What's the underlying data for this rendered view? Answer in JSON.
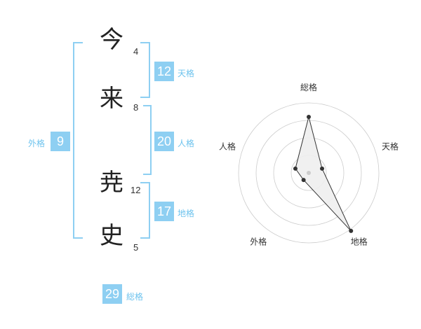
{
  "name": {
    "chars": [
      {
        "char": "今",
        "strokes": "4"
      },
      {
        "char": "来",
        "strokes": "8"
      },
      {
        "char": "尭",
        "strokes": "12"
      },
      {
        "char": "史",
        "strokes": "5"
      }
    ]
  },
  "kaku": {
    "tenkaku": {
      "value": "12",
      "label": "天格"
    },
    "jinkaku": {
      "value": "20",
      "label": "人格"
    },
    "chikaku": {
      "value": "17",
      "label": "地格"
    },
    "gaikaku": {
      "value": "9",
      "label": "外格"
    },
    "soukaku": {
      "value": "29",
      "label": "総格"
    }
  },
  "chart_data": {
    "type": "radar",
    "axes": [
      "総格",
      "天格",
      "地格",
      "外格",
      "人格"
    ],
    "values": [
      3.2,
      0.8,
      4.1,
      0.5,
      0.8
    ],
    "max": 4,
    "grid_levels": 4,
    "colors": {
      "fill": "#eeeeee",
      "line": "#333333",
      "grid": "#cccccc",
      "point": "#333333",
      "center": "#cccccc"
    }
  }
}
